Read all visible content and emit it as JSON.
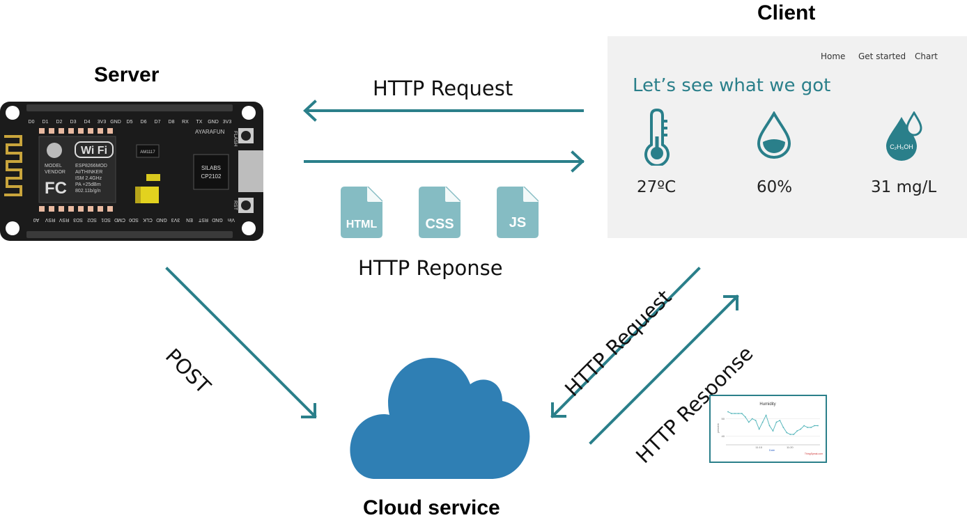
{
  "titles": {
    "server": "Server",
    "client": "Client",
    "cloud": "Cloud service"
  },
  "flows": {
    "top_request": "HTTP Request",
    "top_response": "HTTP Reponse",
    "post": "POST",
    "cloud_request": "HTTP Request",
    "cloud_response": "HTTP Response"
  },
  "files": [
    "HTML",
    "CSS",
    "JS"
  ],
  "client_page": {
    "nav": [
      "Home",
      "Get started",
      "Chart"
    ],
    "headline": "Let’s see what we got",
    "readings": [
      "27ºC",
      "60%",
      "31 mg/L"
    ],
    "molecule": "C₂H₅OH"
  },
  "board": {
    "top_pins": [
      "D0",
      "D1",
      "D2",
      "D3",
      "D4",
      "3V3",
      "GND",
      "D5",
      "D6",
      "D7",
      "D8",
      "RX",
      "TX",
      "GND",
      "3V3"
    ],
    "bottom_pins": [
      "A0",
      "RSV",
      "RSV",
      "SD3",
      "SD2",
      "SD1",
      "CMD",
      "SD0",
      "CLK",
      "GND",
      "3V3",
      "EN",
      "RST",
      "GND",
      "Vin"
    ],
    "module_text": [
      "MODEL",
      "VENDOR",
      "ESP8266MOD",
      "AI/THINKER",
      "ISM 2.4GHz",
      "PA +25dBm",
      "802.11b/g/n"
    ],
    "wifi": "Wi Fi",
    "fc": "FC",
    "regulator": "AM1117",
    "brand": "AYARAFUN",
    "usb_chip": [
      "SILABS",
      "CP2102"
    ],
    "flash": "FLASH",
    "rst": "RST"
  },
  "thumbnail": {
    "title": "Humidity",
    "ylabel": "percent",
    "xlabel": "Date",
    "ticks_y": [
      "50",
      "40"
    ],
    "ticks_x": [
      "11:10",
      "11:20"
    ],
    "credit": "ThingSpeak.com"
  },
  "colors": {
    "teal": "#2a7f8a",
    "cloud": "#2f7fb4",
    "file": "#85bcc3",
    "board": "#1b1b1b",
    "panel": "#f1f1f1"
  },
  "chart_data": {
    "type": "line",
    "title": "Humidity",
    "xlabel": "Date",
    "ylabel": "percent",
    "x_ticks": [
      "11:10",
      "11:20"
    ],
    "y_ticks": [
      50,
      40
    ],
    "ylim": [
      35,
      55
    ],
    "series": [
      {
        "values": [
          54,
          53,
          53,
          53,
          53,
          51,
          48,
          50,
          49,
          44,
          48,
          52,
          46,
          43,
          48,
          49,
          45,
          42,
          41,
          41,
          43,
          44,
          46,
          45,
          45,
          46,
          46
        ]
      }
    ]
  }
}
